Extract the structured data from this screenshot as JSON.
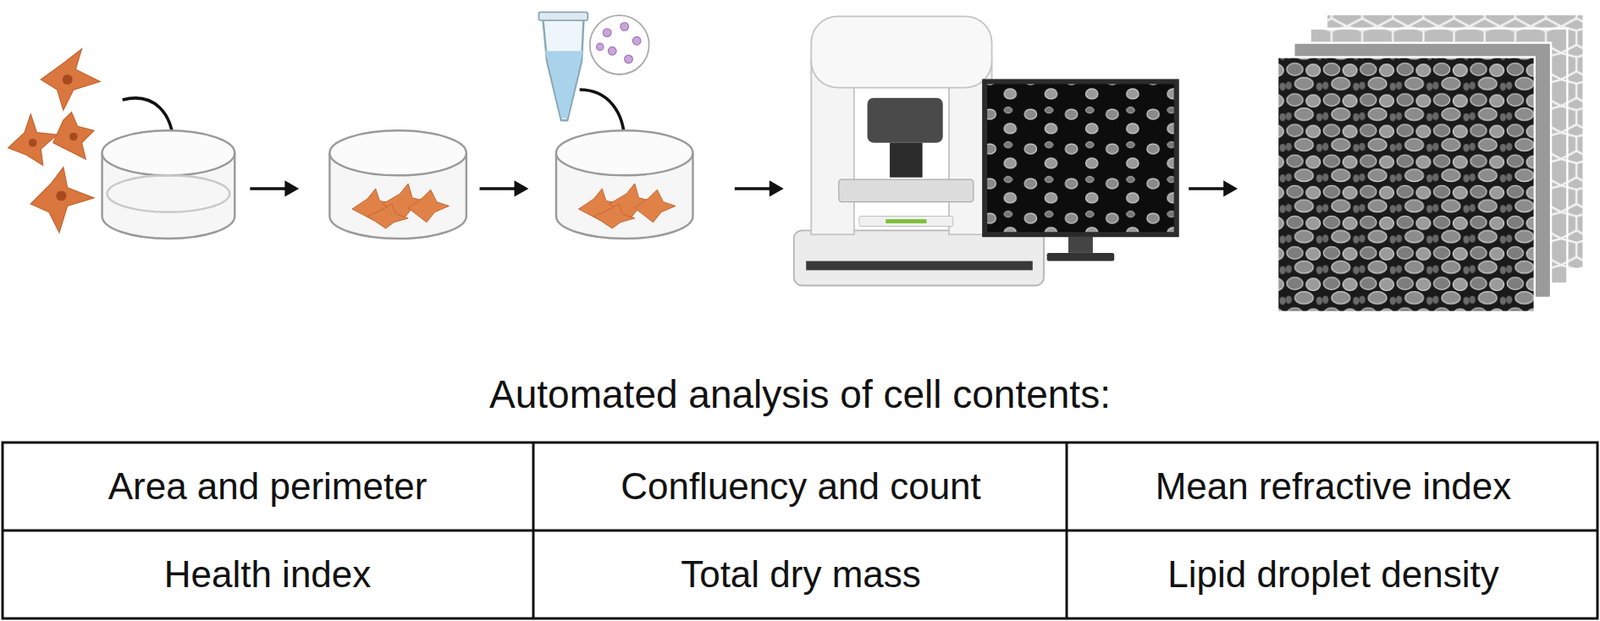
{
  "diagram": {
    "labels": [
      "Automated analysis of cell contents:",
      "Area and perimeter",
      "Confluency and count",
      "Mean refractive index",
      "Health index",
      "Total dry mass",
      "Lipid droplet density"
    ]
  }
}
